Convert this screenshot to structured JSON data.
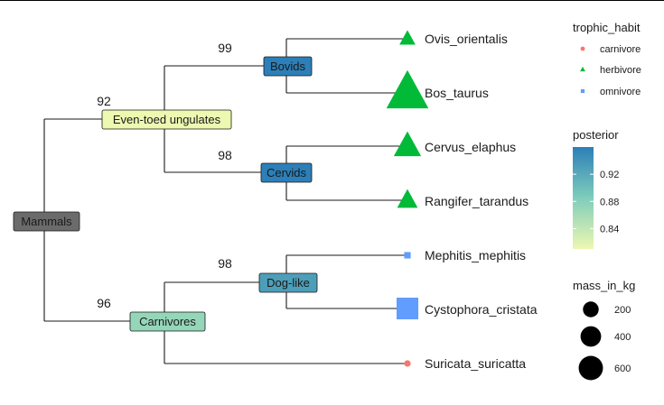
{
  "chart_data": {
    "type": "phylogenetic-tree",
    "tips": [
      {
        "label": "Ovis_orientalis",
        "trophic_habit": "herbivore",
        "mass_in_kg": 50
      },
      {
        "label": "Bos_taurus",
        "trophic_habit": "herbivore",
        "mass_in_kg": 700
      },
      {
        "label": "Cervus_elaphus",
        "trophic_habit": "herbivore",
        "mass_in_kg": 240
      },
      {
        "label": "Rangifer_tarandus",
        "trophic_habit": "herbivore",
        "mass_in_kg": 110
      },
      {
        "label": "Mephitis_mephitis",
        "trophic_habit": "omnivore",
        "mass_in_kg": 3
      },
      {
        "label": "Cystophora_cristata",
        "trophic_habit": "omnivore",
        "mass_in_kg": 300
      },
      {
        "label": "Suricata_suricatta",
        "trophic_habit": "carnivore",
        "mass_in_kg": 1
      }
    ],
    "internal_nodes": [
      {
        "id": "mammals",
        "label": "Mammals",
        "posterior": 0.76,
        "support": null
      },
      {
        "id": "even_toed",
        "label": "Even-toed ungulates",
        "posterior": 0.8,
        "support": "92"
      },
      {
        "id": "bovids",
        "label": "Bovids",
        "posterior": 0.96,
        "support": "99"
      },
      {
        "id": "cervids",
        "label": "Cervids",
        "posterior": 0.97,
        "support": "98"
      },
      {
        "id": "carnivores",
        "label": "Carnivores",
        "posterior": 0.87,
        "support": "96"
      },
      {
        "id": "doglike",
        "label": "Dog-like",
        "posterior": 0.93,
        "support": "98"
      }
    ],
    "legend": {
      "trophic": {
        "title": "trophic_habit",
        "items": [
          {
            "label": "carnivore",
            "color": "#F8766D",
            "shape": "circle"
          },
          {
            "label": "herbivore",
            "color": "#00BA38",
            "shape": "triangle"
          },
          {
            "label": "omnivore",
            "color": "#619CFF",
            "shape": "square"
          }
        ]
      },
      "posterior": {
        "title": "posterior",
        "ticks": [
          "0.92",
          "0.88",
          "0.84"
        ],
        "tick_values": [
          0.92,
          0.88,
          0.84
        ],
        "range": [
          0.81,
          0.96
        ],
        "color_low": "#edf8b1",
        "color_mid": "#7fcdbb",
        "color_high": "#2c7fb8"
      },
      "mass": {
        "title": "mass_in_kg",
        "items": [
          {
            "label": "200",
            "value": 200
          },
          {
            "label": "400",
            "value": 400
          },
          {
            "label": "600",
            "value": 600
          }
        ]
      }
    }
  }
}
